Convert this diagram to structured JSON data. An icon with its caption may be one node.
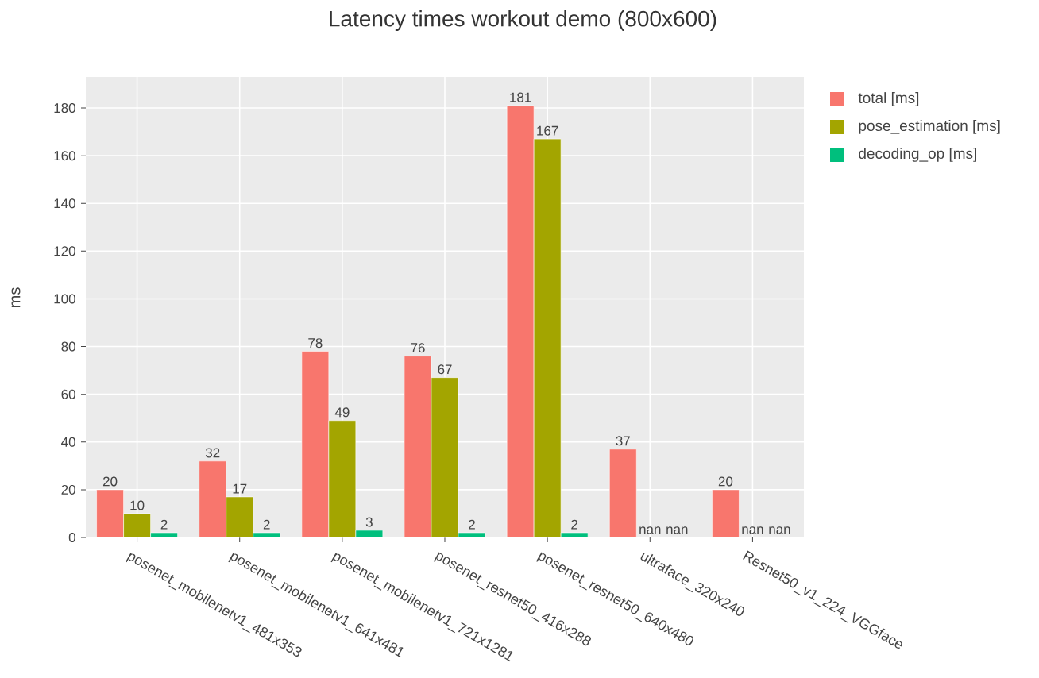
{
  "diagram": {
    "chart_data": {
      "type": "bar",
      "title": "Latency times workout demo (800x600)",
      "ylabel": "ms",
      "categories": [
        "posenet_mobilenetv1_481x353",
        "posenet_mobilenetv1_641x481",
        "posenet_mobilenetv1_721x1281",
        "posenet_resnet50_416x288",
        "posenet_resnet50_640x480",
        "ultraface_320x240",
        "Resnet50_v1_224_VGGface"
      ],
      "series": [
        {
          "name": "total [ms]",
          "color": "#f8766d",
          "values": [
            20,
            32,
            78,
            76,
            181,
            37,
            20
          ],
          "value_labels": [
            "20",
            "32",
            "78",
            "76",
            "181",
            "37",
            "20"
          ]
        },
        {
          "name": "pose_estimation [ms]",
          "color": "#a3a500",
          "values": [
            10,
            17,
            49,
            67,
            167,
            null,
            null
          ],
          "value_labels": [
            "10",
            "17",
            "49",
            "67",
            "167",
            "nan",
            "nan"
          ]
        },
        {
          "name": "decoding_op [ms]",
          "color": "#00bf7d",
          "values": [
            2,
            2,
            3,
            2,
            2,
            null,
            null
          ],
          "value_labels": [
            "2",
            "2",
            "3",
            "2",
            "2",
            "nan",
            "nan"
          ]
        }
      ],
      "ylim": [
        0,
        193
      ],
      "yticks": [
        {
          "value": 0,
          "label": "0"
        },
        {
          "value": 20,
          "label": "20"
        },
        {
          "value": 40,
          "label": "40"
        },
        {
          "value": 60,
          "label": "60"
        },
        {
          "value": 80,
          "label": "80"
        },
        {
          "value": 100,
          "label": "100"
        },
        {
          "value": 120,
          "label": "120"
        },
        {
          "value": 140,
          "label": "140"
        },
        {
          "value": 160,
          "label": "160"
        },
        {
          "value": 180,
          "label": "180"
        }
      ],
      "orientation": "vertical",
      "grid": true,
      "legend": "right"
    }
  }
}
